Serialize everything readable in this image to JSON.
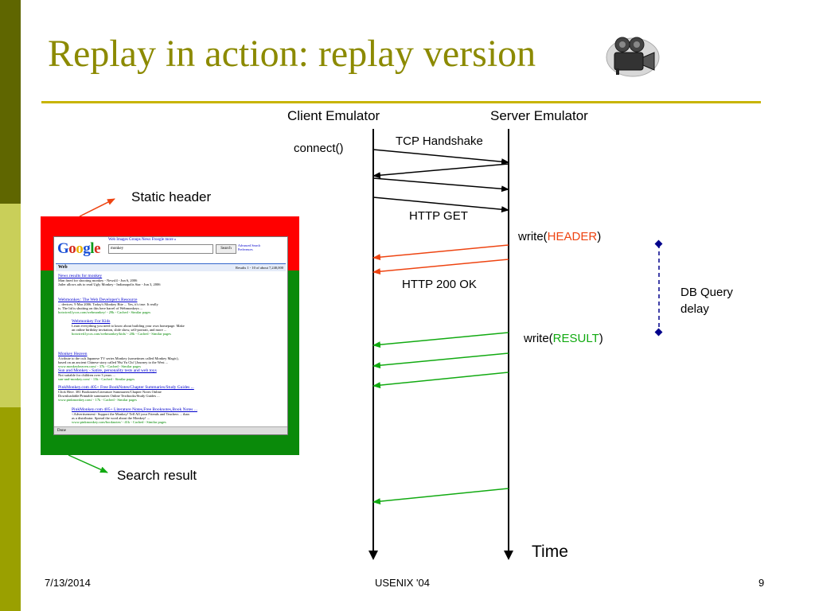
{
  "slide": {
    "title": "Replay in action: replay version",
    "camera_icon": "movie-camera-icon",
    "colors": {
      "title": "#8c8a00",
      "rule": "#c8b400",
      "http_response": "#ee4411",
      "db_result": "#11aa11",
      "header_text": "#ee4411",
      "result_text": "#11aa11",
      "dbdelay": "#00008b"
    }
  },
  "diagram": {
    "client_label": "Client Emulator",
    "server_label": "Server Emulator",
    "connect_label": "connect()",
    "tcp_label": "TCP Handshake",
    "http_get_label": "HTTP GET",
    "write_header": {
      "prefix": "write(",
      "keyword": "HEADER",
      "suffix": ")"
    },
    "http_200_label": "HTTP 200 OK",
    "write_result": {
      "prefix": "write(",
      "keyword": "RESULT",
      "suffix": ")"
    },
    "db_query_label": [
      "DB Query",
      "delay"
    ],
    "time_label": "Time",
    "static_header_label": "Static header",
    "search_result_label": "Search result"
  },
  "screenshot": {
    "logo": [
      "G",
      "o",
      "o",
      "g",
      "l",
      "e"
    ],
    "tabs": "Web   Images   Groups   News   Froogle   more »",
    "query": "monkey",
    "search_button": "Search",
    "advanced": [
      "Advanced Search",
      "Preferences"
    ],
    "results_bar_left": "Web",
    "results_bar_right": "Results 1 - 10 of about 7,240,000",
    "results": [
      {
        "title": "News results for monkey",
        "lines": [
          "Man fined for shooting monkey - Newsl4 - Jun 6, 2006",
          "Jailer allows ads to read Ugly Monkey - Indianapolis Star - Jun 3, 2006"
        ],
        "url": "",
        "indent": false
      },
      {
        "title": "Webmonkey: The Web Developer's Resource",
        "lines": [
          "... devices. 9 Mar 2006. Today's Monkey Bite ... Yes, it's true. It really",
          "is. The lid is shutting on this here barrel of Webmonkeys ..."
        ],
        "url": "hotwired.lycos.com/webmonkey/ - 29k - Cached - Similar pages",
        "indent": false
      },
      {
        "title": "Webmonkey For Kids",
        "lines": [
          "Learn everything you need to know about building your own homepage. Make",
          "an online birthday invitation, slide show, self-portrait, and more ..."
        ],
        "url": "hotwired.lycos.com/webmonkey/kids/ - 20k - Cached - Similar pages",
        "indent": true
      },
      {
        "title": "Monkey Heaven",
        "lines": [
          "A tribute to the cult Japanese TV series Monkey (sometimes called Monkey Magic),",
          "based on an ancient Chinese story called 'Hsi Yu Chi' (Journey to the West ..."
        ],
        "url": "www.monkeyheaven.com/ - 37k - Cached - Similar pages",
        "indent": false
      },
      {
        "title": "Sun and Monkey - Satire, personality tests and web toys",
        "lines": [
          "Not suitable for children over 3 years ..."
        ],
        "url": "sun-and-monkey.com/ - 13k - Cached - Similar pages",
        "indent": false
      },
      {
        "title": "PinkMonkey.com 405+ Free BookNotes/Chapter Summaries/Study Guides ...",
        "lines": [
          "Click Here. 381 Booknotes/Literature Summaries/Chapter Notes Online",
          "Downloadable/Printable summaries Online Textbooks/Study Guides ..."
        ],
        "url": "www.pinkmonkey.com/ - 17k - Cached - Similar pages",
        "indent": false
      },
      {
        "title": "PinkMonkey.com 405+ Literature Notes,Free Booknotes,Book Notes ...",
        "lines": [
          "<Advertisement> Support the Monkey! Tell All your Friends and Teachers ... than",
          "as a distributor. Spread the word about the Monkey! ..."
        ],
        "url": "www.pinkmonkey.com/booknotes/ - 41k - Cached - Similar pages",
        "indent": true
      }
    ],
    "status": "Done"
  },
  "footer": {
    "date": "7/13/2014",
    "center": "USENIX '04",
    "page": "9"
  }
}
